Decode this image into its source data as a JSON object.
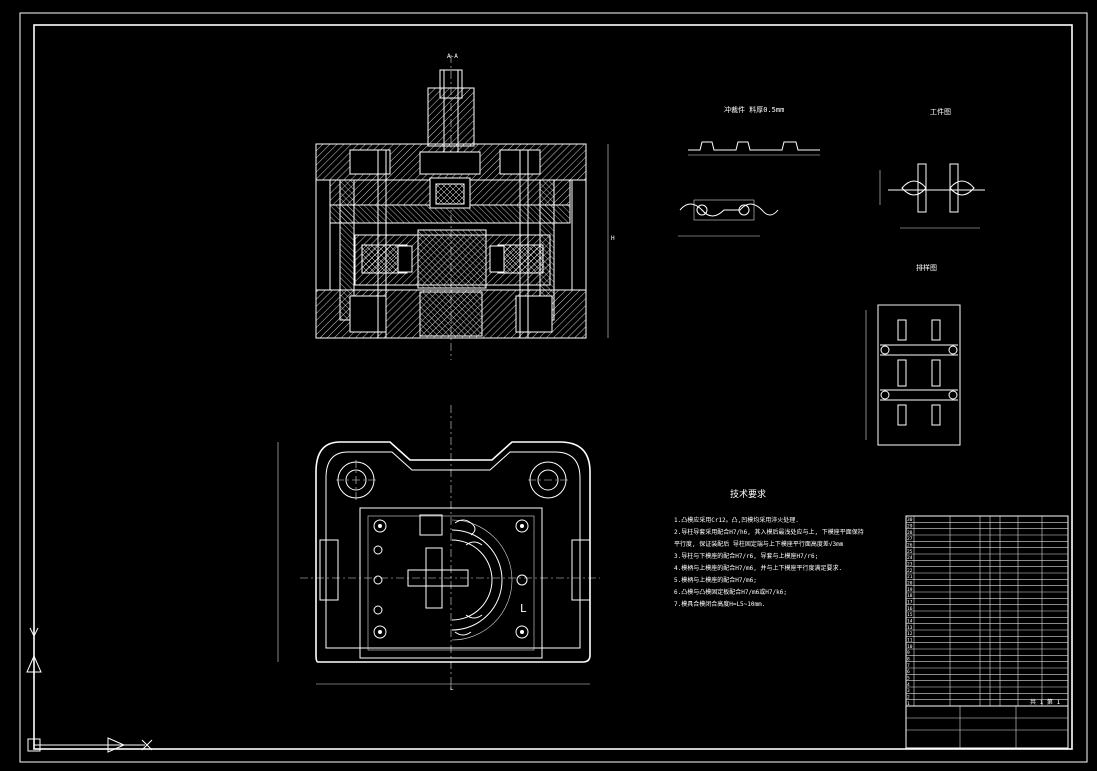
{
  "drawing": {
    "background": "#000000",
    "line_color": "#ffffff",
    "section_views": {
      "blank_title": "冲裁件  料厚0.5mm",
      "part_title": "工件图",
      "layout_title": "排样图"
    },
    "tech_requirements": {
      "title": "技术要求",
      "items": [
        "1.凸模应采用Cr12。凸,凹模均采用淬火处理.",
        "2.导柱导套采用配合H7/h6, 其入模后最浅处应与上, 下模座平面保持",
        "   平行度, 保证装配后  导柱固定端与上下模座平行面高度差√3mm",
        "3.导柱与下模座的配合H7/r6, 导套与上模座H7/r6;",
        "4.模柄与上模座的配合H7/m6, 并与上下模座平行度满足要求.",
        "5.模柄与上模座的配合H7/m6;",
        "6.凸模与凸模固定板配合H7/m6或H7/k6;",
        "7.模具合模闭合高度H=L5~10mm."
      ]
    },
    "bom_rows": [
      "30",
      "29",
      "28",
      "27",
      "26",
      "25",
      "24",
      "23",
      "22",
      "21",
      "20",
      "19",
      "18",
      "17",
      "16",
      "15",
      "14",
      "13",
      "12",
      "11",
      "10",
      "9",
      "8",
      "7",
      "6",
      "5",
      "4",
      "3",
      "2",
      "1"
    ],
    "title_block": {
      "sheet": "共 1  第 1"
    },
    "ucs": {
      "x_axis_label": "X",
      "y_axis_label": "Y"
    }
  }
}
